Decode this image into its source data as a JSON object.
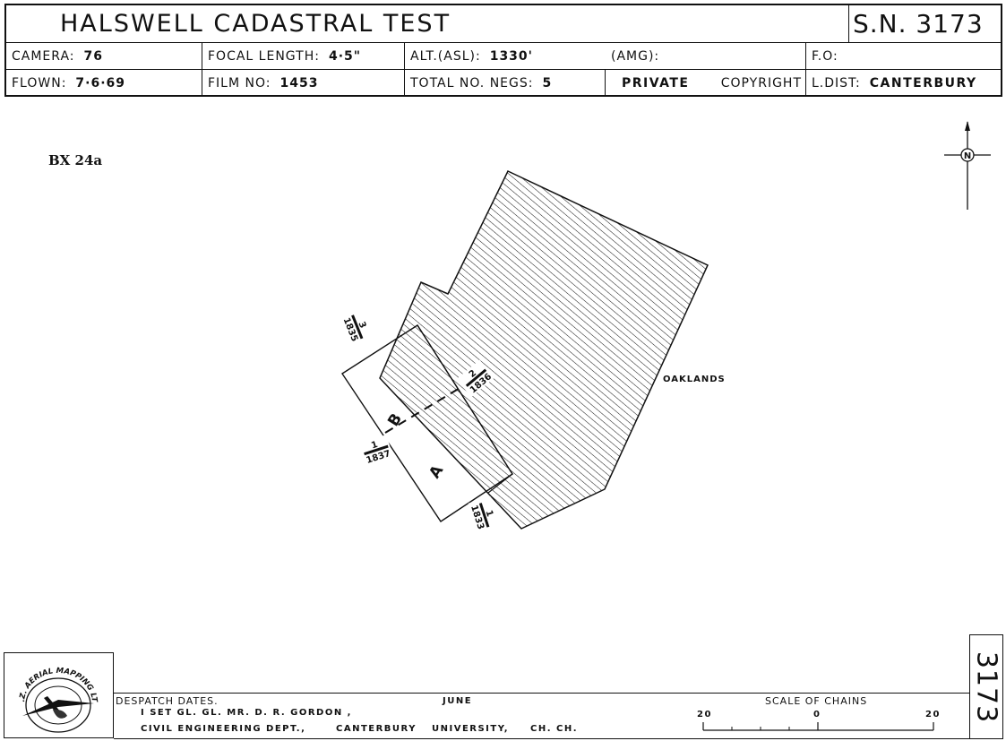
{
  "header": {
    "title": "HALSWELL   CADASTRAL   TEST",
    "sn": "S.N. 3173",
    "camera_label": "CAMERA:",
    "camera_value": "76",
    "focal_label": "FOCAL LENGTH:",
    "focal_value": "4·5\"",
    "alt_label": "ALT.(ASL):",
    "alt_value": "1330'",
    "amg_label": "(AMG):",
    "fo_label": "F.O:",
    "flown_label": "FLOWN:",
    "flown_value": "7·6·69",
    "film_label": "FILM  NO:",
    "film_value": "1453",
    "negs_label": "TOTAL  NO.  NEGS:",
    "negs_value": "5",
    "private": "PRIVATE",
    "copyright": "COPYRIGHT",
    "ldist_label": "L.DIST:",
    "ldist_value": "CANTERBURY"
  },
  "map": {
    "sheet_label": "BX 24a",
    "north_letter": "N",
    "place_label": "OAKLANDS",
    "run_a": "A",
    "run_b": "B",
    "photo_labels": [
      {
        "top": "3",
        "bottom": "1835"
      },
      {
        "top": "2",
        "bottom": "1836"
      },
      {
        "top": "1",
        "bottom": "1837"
      },
      {
        "top": "1",
        "bottom": "1833"
      }
    ]
  },
  "footer": {
    "logo_text": "N.Z. AERIAL MAPPING LTD",
    "despatch_label": "DESPATCH  DATES.",
    "despatch_month": "JUNE",
    "line1": "I  SET   GL. GL.   MR. D. R.  GORDON ,",
    "line2_a": "CIVIL  ENGINEERING  DEPT.,",
    "line2_b": "CANTERBURY",
    "line2_c": "UNIVERSITY,",
    "line2_d": "CH. CH.",
    "scale_title": "SCALE  OF  CHAINS",
    "scale_left": "20",
    "scale_mid": "0",
    "scale_right": "20",
    "sn_vertical": "3173"
  }
}
